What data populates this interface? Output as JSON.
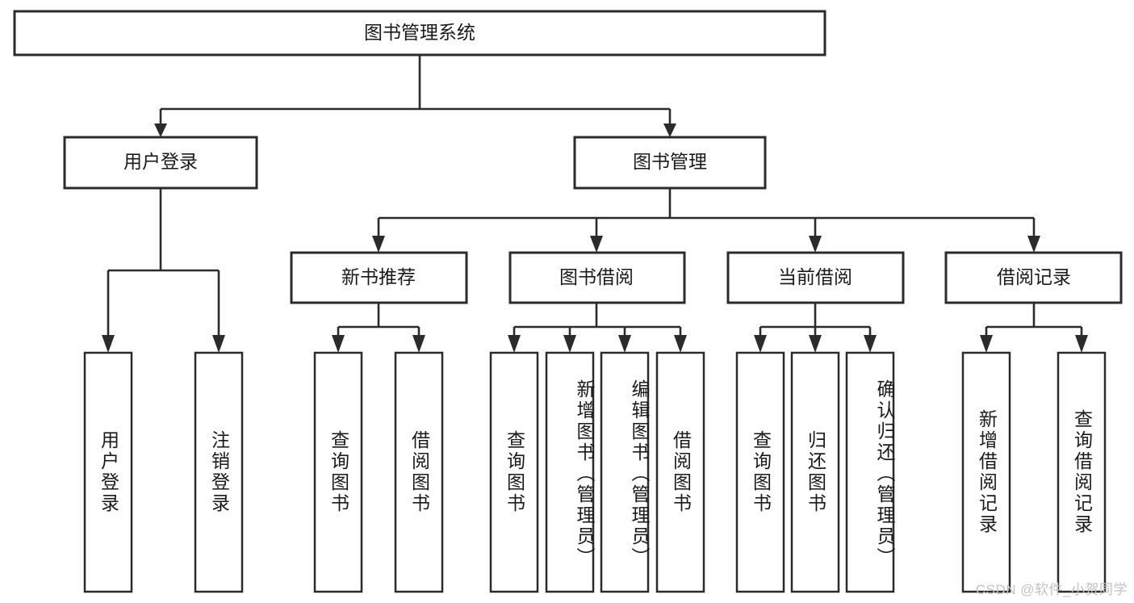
{
  "diagram": {
    "type": "tree-hierarchy",
    "title": "图书管理系统",
    "root": {
      "label": "图书管理系统"
    },
    "level2": [
      {
        "label": "用户登录"
      },
      {
        "label": "图书管理"
      }
    ],
    "level3": [
      {
        "label": "新书推荐"
      },
      {
        "label": "图书借阅"
      },
      {
        "label": "当前借阅"
      },
      {
        "label": "借阅记录"
      }
    ],
    "leaves": {
      "user_login": [
        {
          "label": "用户登录"
        },
        {
          "label": "注销登录"
        }
      ],
      "new_book_recommend": [
        {
          "label": "查询图书"
        },
        {
          "label": "借阅图书"
        }
      ],
      "book_borrow": [
        {
          "label": "查询图书"
        },
        {
          "label": "新增图书（管理员）"
        },
        {
          "label": "编辑图书（管理员）"
        },
        {
          "label": "借阅图书"
        }
      ],
      "current_borrow": [
        {
          "label": "查询图书"
        },
        {
          "label": "归还图书"
        },
        {
          "label": "确认归还（管理员）"
        }
      ],
      "borrow_record": [
        {
          "label": "新增借阅记录"
        },
        {
          "label": "查询借阅记录"
        }
      ]
    },
    "colors": {
      "box_stroke": "#2b2b2b",
      "box_fill": "#ffffff",
      "text": "#1a1a1a",
      "watermark": "#c2c2c2"
    }
  },
  "watermark": {
    "text": "CSDN @软件_小贺同学"
  }
}
